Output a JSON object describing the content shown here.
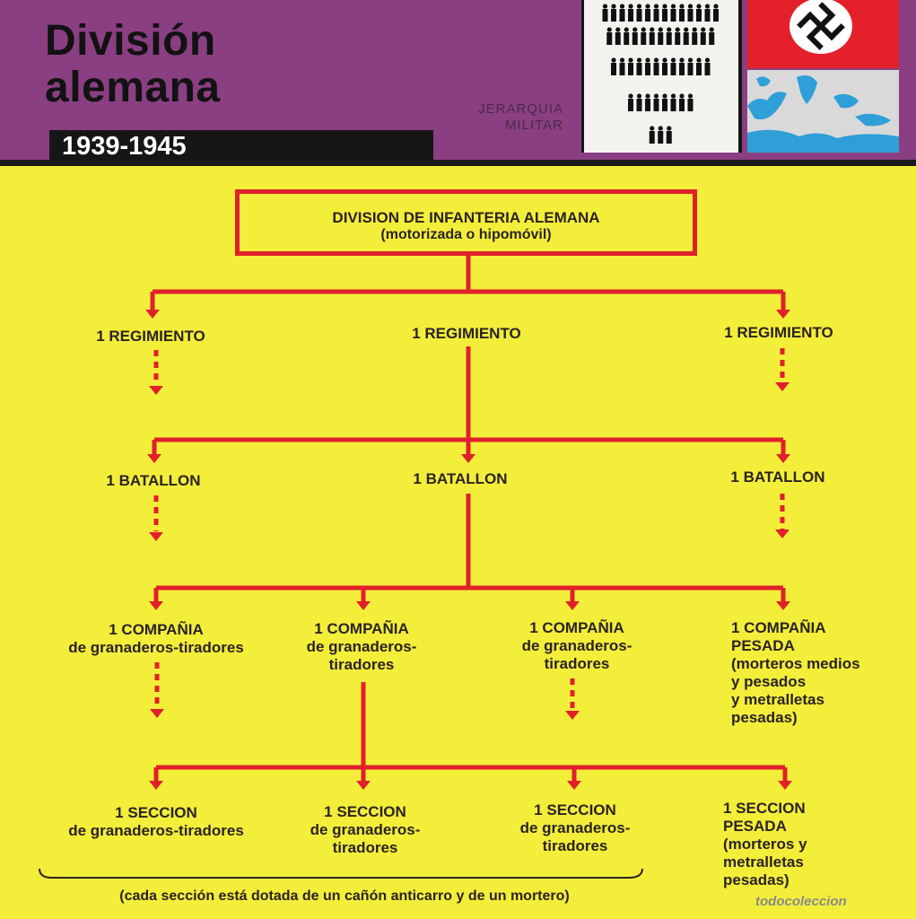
{
  "header": {
    "title_line1": "División",
    "title_line2": "alemana",
    "years": "1939-1945",
    "category_line1": "JERARQUIA",
    "category_line2": "MILITAR"
  },
  "colors": {
    "background": "#f3ee3a",
    "header": "#8a3f82",
    "lines": "#e0202a",
    "text": "#2b2324",
    "flag": "#e4202b"
  },
  "icons": [
    "soldiers-pyramid-icon",
    "swastika-flag-icon",
    "europe-map-icon"
  ],
  "diagram": {
    "root": {
      "title": "DIVISION DE INFANTERIA ALEMANA",
      "subtitle": "(motorizada o hipomóvil)"
    },
    "regiments": [
      "1 REGIMIENTO",
      "1 REGIMIENTO",
      "1 REGIMIENTO"
    ],
    "battalions": [
      "1 BATALLON",
      "1 BATALLON",
      "1 BATALLON"
    ],
    "companies": [
      {
        "title": "1 COMPAÑIA",
        "lines": [
          "de granaderos-tiradores"
        ]
      },
      {
        "title": "1 COMPAÑIA",
        "lines": [
          "de granaderos-",
          "tiradores"
        ]
      },
      {
        "title": "1 COMPAÑIA",
        "lines": [
          "de granaderos-",
          "tiradores"
        ]
      },
      {
        "title": "1 COMPAÑIA",
        "lines": [
          "PESADA",
          "(morteros medios",
          "y pesados",
          "y metralletas",
          "pesadas)"
        ]
      }
    ],
    "sections": [
      {
        "title": "1 SECCION",
        "lines": [
          "de granaderos-tiradores"
        ]
      },
      {
        "title": "1 SECCION",
        "lines": [
          "de granaderos-",
          "tiradores"
        ]
      },
      {
        "title": "1 SECCION",
        "lines": [
          "de granaderos-",
          "tiradores"
        ]
      },
      {
        "title": "1 SECCION",
        "lines": [
          "PESADA",
          "(morteros y",
          "metralletas",
          "pesadas)"
        ]
      }
    ],
    "note": "(cada sección está dotada de un cañón anticarro y de un mortero)"
  },
  "watermark": "todocoleccion"
}
